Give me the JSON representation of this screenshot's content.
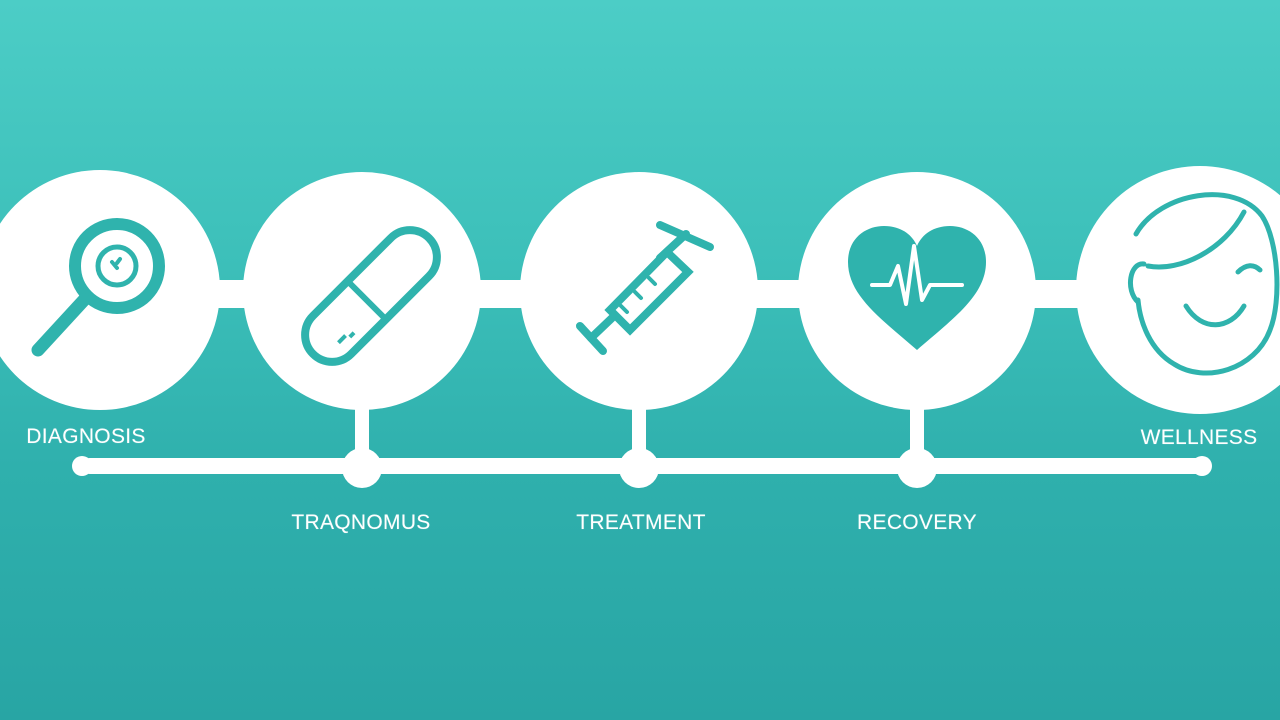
{
  "colors": {
    "background_top": "#4ccdc6",
    "background_bottom": "#28a5a4",
    "icon_teal": "#2fb3ad",
    "connector_white": "#ffffff"
  },
  "stages": [
    {
      "label": "DIAGNOSIS",
      "icon": "magnifier-icon"
    },
    {
      "label": "TRAQNOMUS",
      "icon": "bandage-icon"
    },
    {
      "label": "TREATMENT",
      "icon": "syringe-icon"
    },
    {
      "label": "RECOVERY",
      "icon": "heartbeat-icon"
    },
    {
      "label": "WELLNESS",
      "icon": "smiling-face-icon"
    }
  ]
}
